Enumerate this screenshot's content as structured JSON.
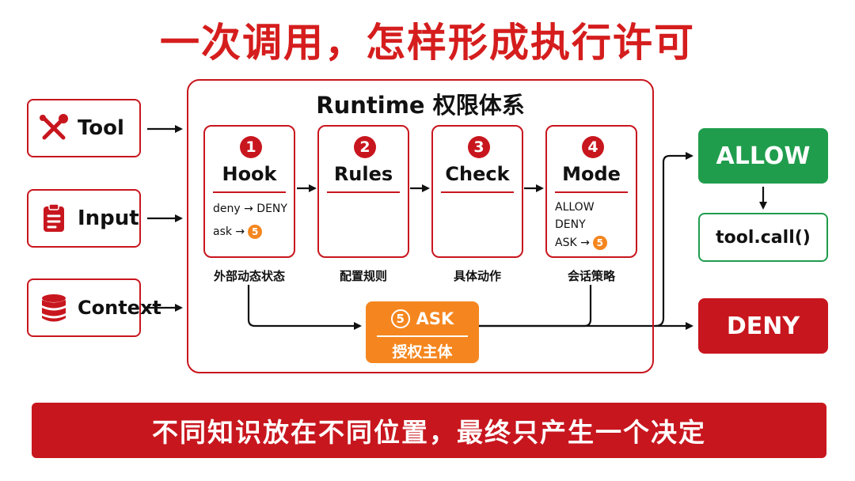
{
  "title": "一次调用，怎样形成执行许可",
  "inputs": [
    {
      "label": "Tool",
      "icon": "tools-icon"
    },
    {
      "label": "Input",
      "icon": "clipboard-icon"
    },
    {
      "label": "Context",
      "icon": "database-icon"
    }
  ],
  "runtime": {
    "title": "Runtime 权限体系",
    "stages": [
      {
        "number": "1",
        "name": "Hook",
        "lines": [
          "deny → DENY",
          "ask →"
        ],
        "caption": "外部动态状态"
      },
      {
        "number": "2",
        "name": "Rules",
        "lines": [],
        "caption": "配置规则"
      },
      {
        "number": "3",
        "name": "Check",
        "lines": [],
        "caption": "具体动作"
      },
      {
        "number": "4",
        "name": "Mode",
        "lines": [
          "ALLOW",
          "DENY",
          "ASK →"
        ],
        "caption": "会话策略"
      }
    ],
    "ask": {
      "number": "5",
      "label": "ASK",
      "subtitle": "授权主体",
      "ref": "5"
    }
  },
  "outcomes": {
    "allow": "ALLOW",
    "tool_call": "tool.call()",
    "deny": "DENY"
  },
  "banner": "不同知识放在不同位置，最终只产生一个决定",
  "colors": {
    "red": "#c8161e",
    "title_red": "#d51d1d",
    "orange": "#f5861f",
    "green": "#1f9d4c"
  }
}
